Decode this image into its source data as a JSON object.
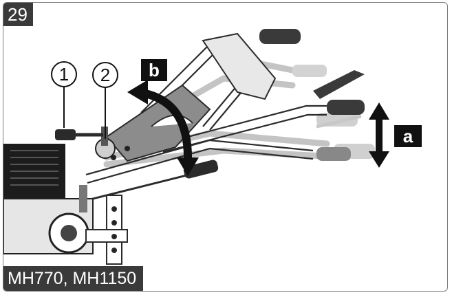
{
  "figure": {
    "number": "29",
    "model_label": "MH770, MH1150"
  },
  "callouts": {
    "c1": "1",
    "c2": "2",
    "a": "a",
    "b": "b"
  },
  "colors": {
    "label_bg": "#3a3a3a",
    "line_dark": "#2b2b2b",
    "ghost": "#b9b9b9",
    "panel": "#8c8c8c"
  }
}
